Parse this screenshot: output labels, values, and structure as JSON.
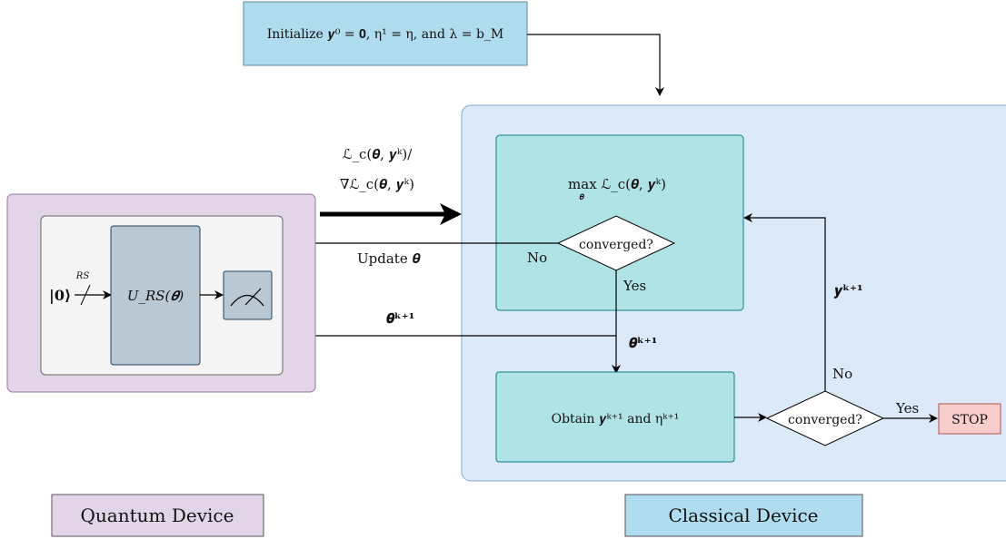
{
  "init_box": {
    "label": "Initialize 𝒚⁰ = 𝟎, η¹ = η, and λ = b_M"
  },
  "arrow_top_label_1": "ℒ_c(𝜽, 𝒚ᵏ)/",
  "arrow_top_label_2": "∇ℒ_c(𝜽, 𝒚ᵏ)",
  "max_box": {
    "label": "max ℒ_c(𝜽, 𝒚ᵏ)",
    "sub": "𝜽"
  },
  "decision_inner": {
    "label": "converged?",
    "no": "No",
    "yes": "Yes"
  },
  "update_label": "Update 𝜽",
  "theta_k1_left": "𝜽ᵏ⁺¹",
  "theta_k1_down": "𝜽ᵏ⁺¹",
  "obtain_box": {
    "label": "Obtain 𝒚ᵏ⁺¹ and ηᵏ⁺¹"
  },
  "decision_outer": {
    "label": "converged?",
    "no": "No",
    "yes": "Yes"
  },
  "y_k1_label": "𝒚ᵏ⁺¹",
  "stop_label": "STOP",
  "quantum": {
    "ket": "|𝟎⟩",
    "rs": "RS",
    "unitary": "U_RS(𝜽)"
  },
  "quantum_device_label": "Quantum Device",
  "classical_device_label": "Classical Device",
  "colors": {
    "init_fill": "#b0dcef",
    "classical_bg": "#dbe9f9",
    "teal": "#b0e3e6",
    "quantum_bg": "#e1d5e7",
    "circuit_bg": "#f5f5f5",
    "gate": "#bac8d3",
    "stop_fill": "#f8cecc"
  }
}
